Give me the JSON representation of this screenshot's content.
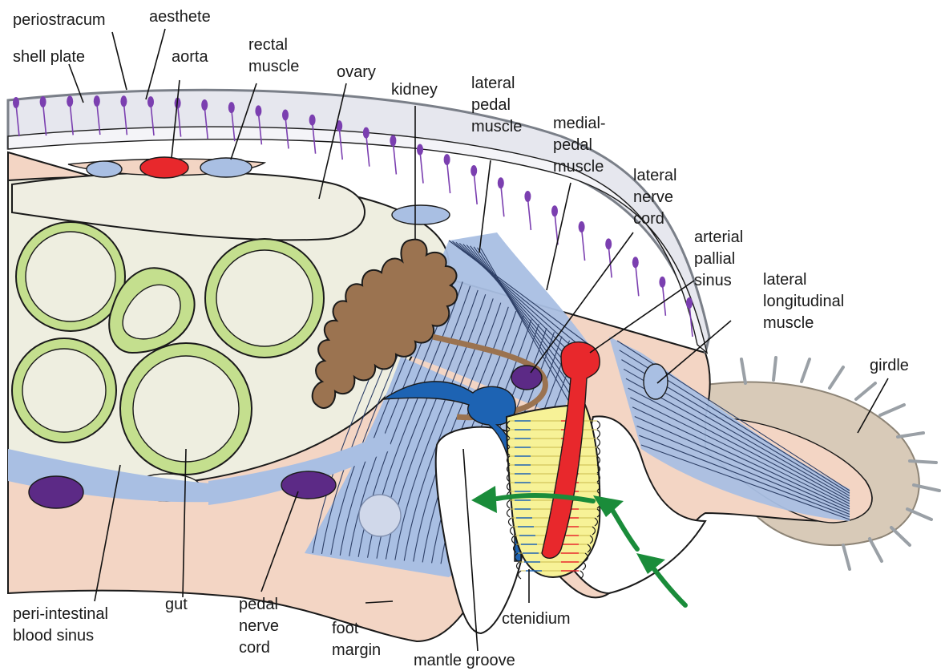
{
  "labels": {
    "periostracum": "periostracum",
    "aesthete": "aesthete",
    "shell_plate": "shell plate",
    "aorta": "aorta",
    "rectal_muscle": [
      "rectal",
      "muscle"
    ],
    "ovary": "ovary",
    "kidney": "kidney",
    "lateral_pedal_muscle": [
      "lateral",
      "pedal",
      "muscle"
    ],
    "medial_pedal_muscle": [
      "medial-",
      "pedal",
      "muscle"
    ],
    "lateral_nerve_cord": [
      "lateral",
      "nerve",
      "cord"
    ],
    "arterial_pallial_sinus": [
      "arterial",
      "pallial",
      "sinus"
    ],
    "lateral_longitudinal_muscle": [
      "lateral",
      "longitudinal",
      "muscle"
    ],
    "girdle": "girdle",
    "peri_intestinal_blood_sinus": [
      "peri-intestinal",
      "blood sinus"
    ],
    "gut": "gut",
    "pedal_nerve_cord": [
      "pedal",
      "nerve",
      "cord"
    ],
    "foot_margin": [
      "foot",
      "margin"
    ],
    "mantle_groove": "mantle groove",
    "ctenidium": "ctenidium"
  },
  "colors": {
    "body_tissue": "#f3d5c4",
    "visceral_cavity": "#eeeee0",
    "shell": "#e6e7ee",
    "shell_edge": "#7a7f88",
    "gut_green": "#c4df8e",
    "muscle_blue": "#a9bfe3",
    "nerve_purple": "#5c2a86",
    "aorta_red": "#e8282c",
    "vein_blue": "#1d63b3",
    "kidney_brown": "#9b7350",
    "ctenidium_yellow": "#f7f297",
    "arrow_green": "#1a8c3a",
    "girdle_tan": "#d8cab8",
    "aesthete_violet": "#7b3fb0"
  }
}
